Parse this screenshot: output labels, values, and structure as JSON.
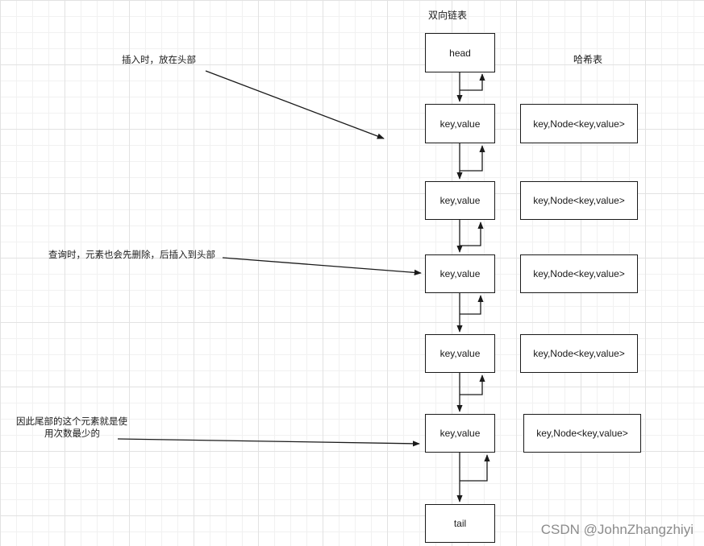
{
  "titles": {
    "linked_list": "双向链表",
    "hash_table": "哈希表"
  },
  "nodes": {
    "head": "head",
    "entry": "key,value",
    "tail": "tail"
  },
  "hash_entry": "key,Node<key,value>",
  "notes": {
    "insert": "插入时，放在头部",
    "query": "查询时，元素也会先删除，后插入到头部",
    "tail_line1": "因此尾部的这个元素就是使",
    "tail_line2": "用次数最少的"
  },
  "watermark": "CSDN @JohnZhangzhiyi"
}
